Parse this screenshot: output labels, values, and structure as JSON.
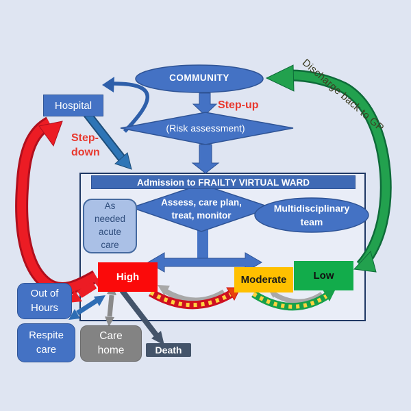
{
  "diagram_title": "Frailty Virtual Ward patient flow diagram",
  "nodes": {
    "community": "COMMUNITY",
    "hospital": "Hospital",
    "risk_assessment": "(Risk assessment)",
    "admission_banner": "Admission to FRAILTY VIRTUAL WARD",
    "as_needed_acute_care": "As\nneeded\nacute\ncare",
    "assess": "Assess, care plan,\ntreat, monitor",
    "mdt": "Multidisciplinary\nteam",
    "risk_high": "High",
    "risk_moderate": "Moderate",
    "risk_low": "Low",
    "out_of_hours": "Out of\nHours",
    "respite_care": "Respite\ncare",
    "care_home": "Care\nhome",
    "death": "Death"
  },
  "edge_labels": {
    "step_up": "Step-up",
    "step_down": "Step-\ndown",
    "discharge_back_to_gp": "Discharge back to GP"
  },
  "colors": {
    "background": "#dfe5f2",
    "panel_fill": "#e9edf7",
    "panel_border": "#1f3864",
    "primary_blue": "#4472c4",
    "steel_blue_arrow": "#2e75b6",
    "red": "#ec1c24",
    "amber": "#ffc000",
    "green_box": "#12ac4b",
    "green_arrow": "#22a14e",
    "gray_arrow": "#a8a8a8",
    "gray_box": "#838383",
    "navy": "#44546a",
    "label_red": "#e8392f",
    "discharge_text": "#3e3e23"
  }
}
